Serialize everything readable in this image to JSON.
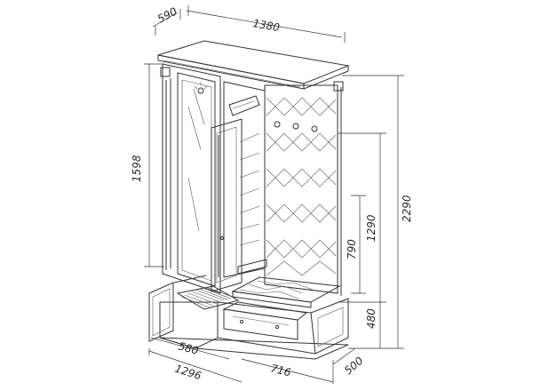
{
  "dimensions": {
    "depth_top": "590",
    "width_top": "1380",
    "height_left": "1598",
    "height_total": "2290",
    "hook_panel": "1290",
    "mid": "790",
    "seat": "480",
    "depth_bottom": "500",
    "bottom_580": "580",
    "bottom_1296": "1296",
    "bottom_716": "716"
  }
}
